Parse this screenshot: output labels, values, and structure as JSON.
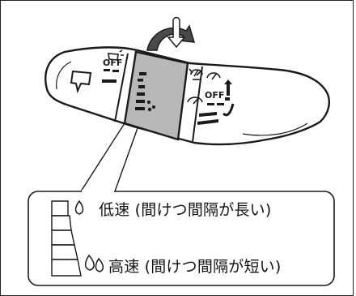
{
  "lever": {
    "off_label_left": "OFF",
    "off_label_right": "OFF"
  },
  "legend": {
    "low_speed": "低速 (間けつ間隔が長い)",
    "high_speed": "高速 (間けつ間隔が短い)"
  },
  "colors": {
    "line": "#1a1a1a",
    "dial_fill": "#b8b8b8",
    "arrow_fill": "#4a4a4a"
  },
  "icons": [
    "rear-wiper-icon",
    "rear-washer-icon",
    "front-wiper-icon",
    "front-washer-icon",
    "water-drop-icon",
    "double-water-drop-icon",
    "rotation-arrow-icon"
  ]
}
